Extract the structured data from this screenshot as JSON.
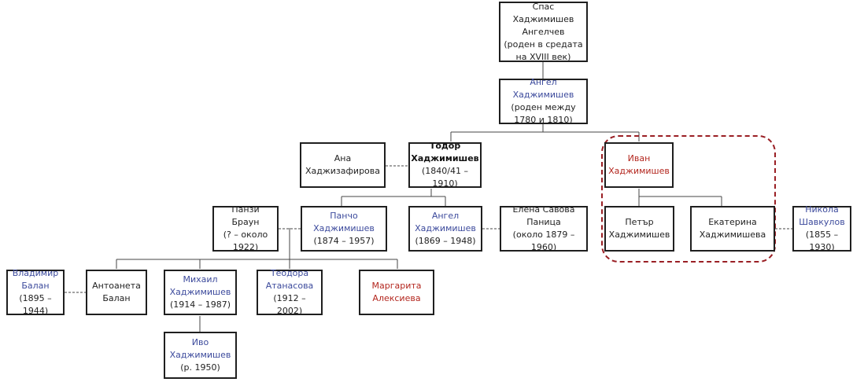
{
  "people": {
    "spas": {
      "name": "Спас Хаджимишев Ангелчев",
      "dates": "(роден в средата на XVIII век)",
      "style": "plain"
    },
    "angel1": {
      "name": "Ангел Хаджимишев",
      "dates": "(роден между 1780 и 1810)",
      "style": "link"
    },
    "ana": {
      "name": "Ана Хаджизафирова",
      "dates": "",
      "style": "plain"
    },
    "todor": {
      "name": "Тодор Хаджимишев",
      "dates": "(1840/41 – 1910)",
      "style": "bold"
    },
    "ivan": {
      "name": "Иван Хаджимишев",
      "dates": "",
      "style": "red"
    },
    "panzi": {
      "name": "Панзи Браун",
      "dates": "(? – около 1922)",
      "style": "plain"
    },
    "pancho": {
      "name": "Панчо Хаджимишев",
      "dates": "(1874 – 1957)",
      "style": "link"
    },
    "angel2": {
      "name": "Ангел Хаджимишев",
      "dates": "(1869 – 1948)",
      "style": "link"
    },
    "elena": {
      "name": "Елена Савова Паница",
      "dates": "(около 1879 – 1960)",
      "style": "plain"
    },
    "petar": {
      "name": "Петър Хаджимишев",
      "dates": "",
      "style": "plain"
    },
    "ekaterina": {
      "name": "Екатерина Хаджимишева",
      "dates": "",
      "style": "plain"
    },
    "nikola": {
      "name": "Никола Шавкулов",
      "dates": "(1855 – 1930)",
      "style": "link"
    },
    "vladimir": {
      "name": "Владимир Балан",
      "dates": "(1895 – 1944)",
      "style": "link"
    },
    "antoaneta": {
      "name": "Антоанета Балан",
      "dates": "",
      "style": "plain"
    },
    "mihail": {
      "name": "Михаил Хаджимишев",
      "dates": "(1914 – 1987)",
      "style": "link"
    },
    "teodora": {
      "name": "Теодора Атанасова",
      "dates": "(1912 – 2002)",
      "style": "link"
    },
    "margarita": {
      "name": "Маргарита Алексиева",
      "dates": "",
      "style": "red"
    },
    "ivo": {
      "name": "Иво Хаджимишев",
      "dates": "(р. 1950)",
      "style": "link"
    }
  },
  "colors": {
    "link": "#3c4a9c",
    "red": "#b3261e",
    "highlight": "#9a1f24",
    "border": "#1f1f1f"
  }
}
